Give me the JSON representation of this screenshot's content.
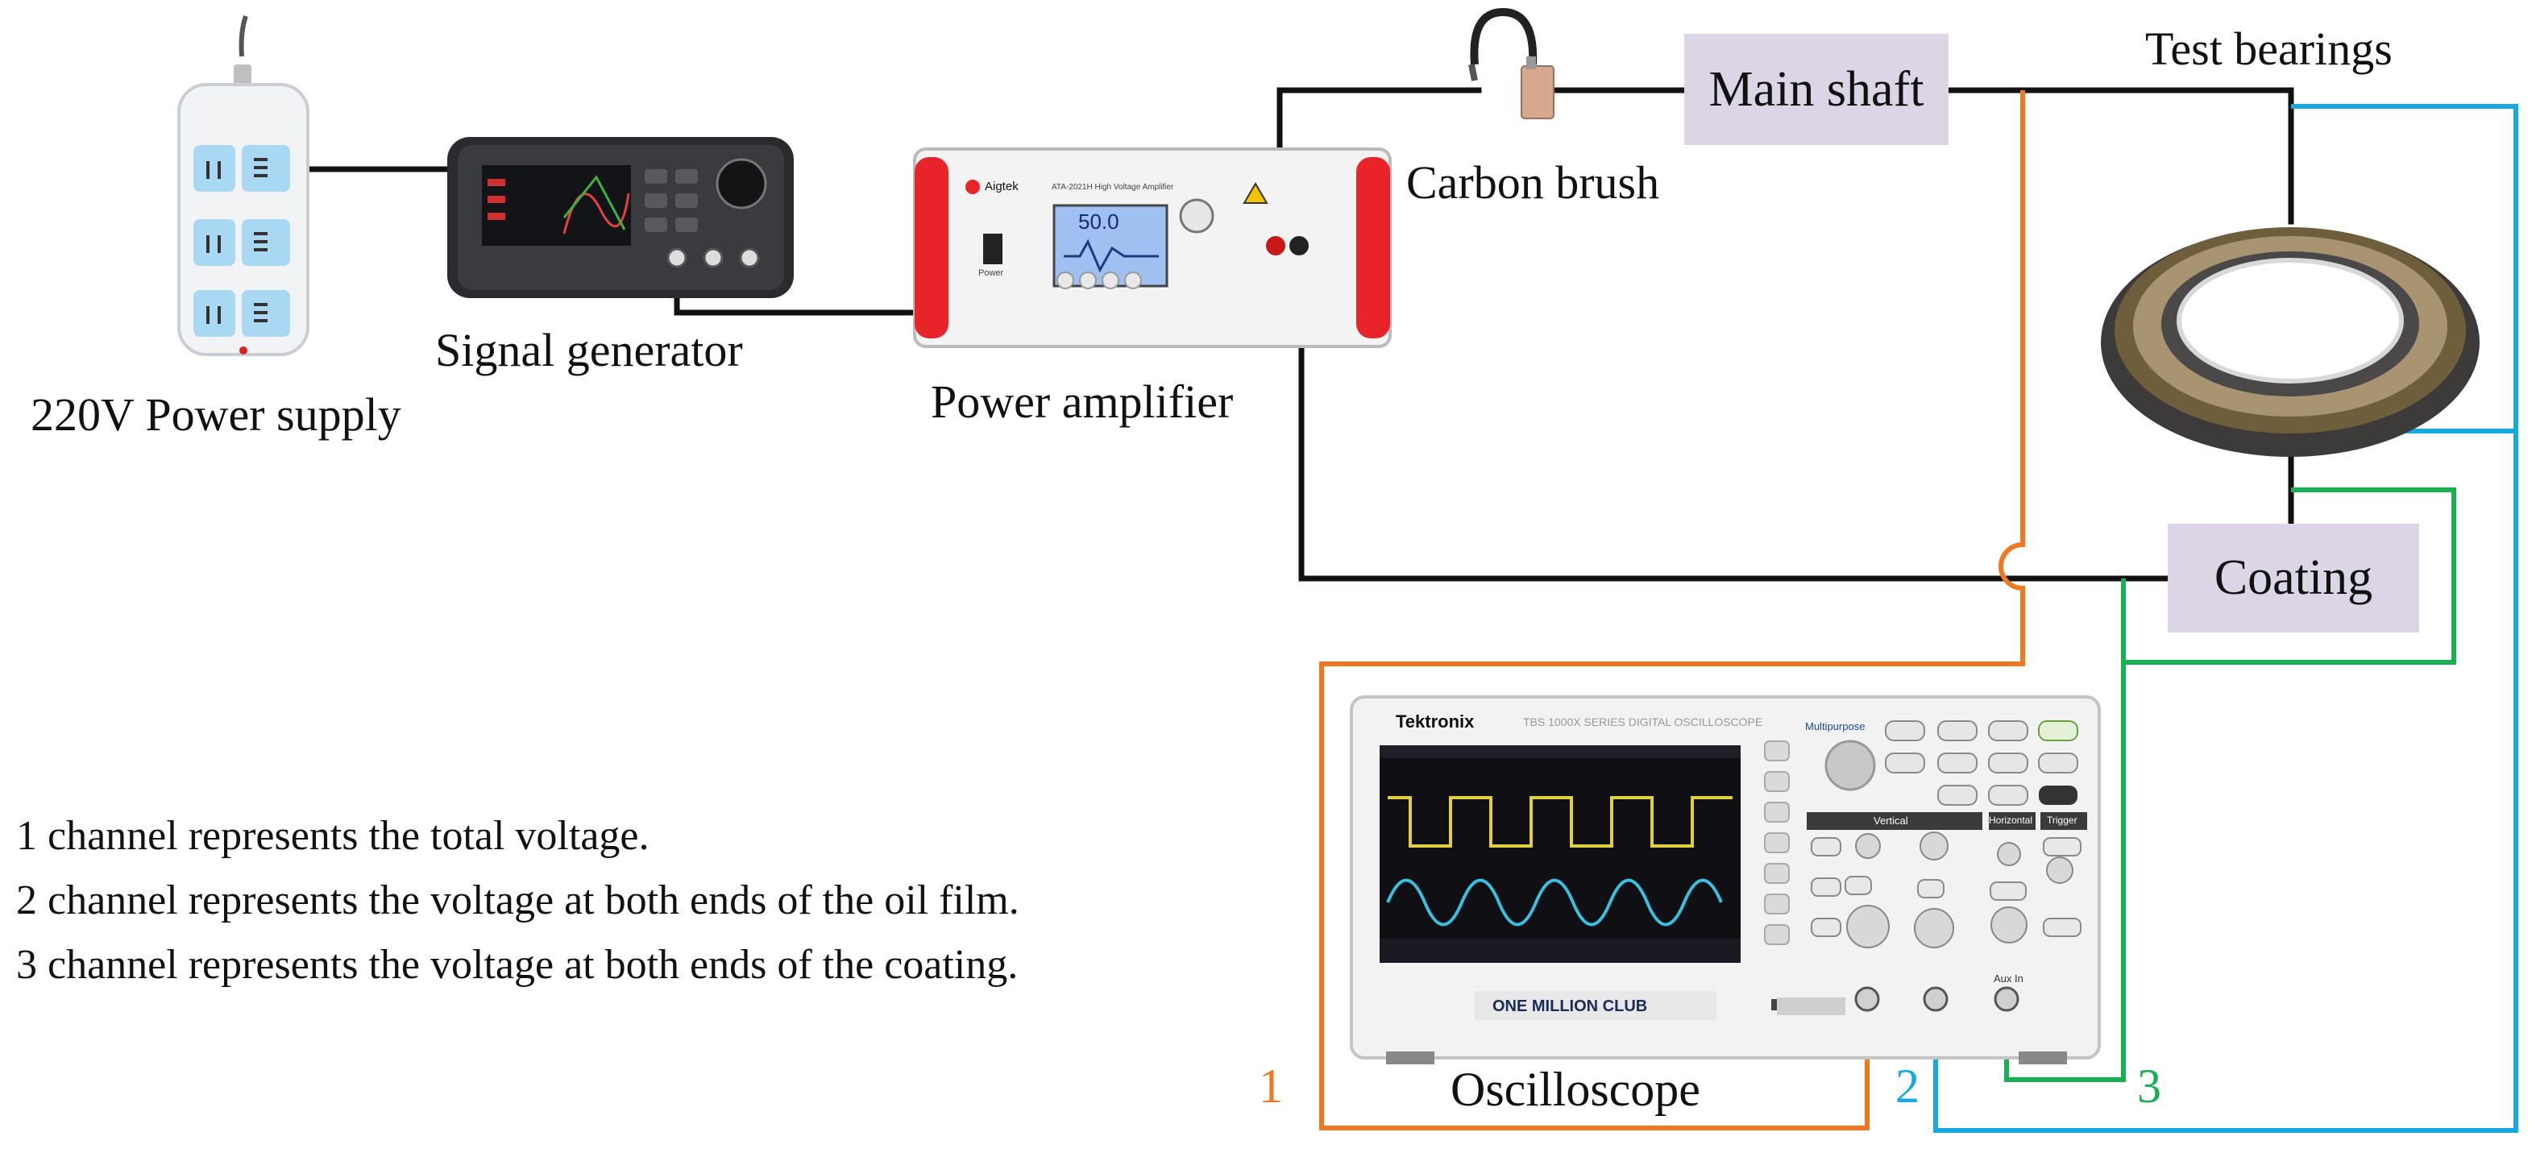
{
  "devices": {
    "power_supply": "220V Power supply",
    "signal_generator": "Signal generator",
    "power_amplifier": "Power amplifier",
    "carbon_brush": "Carbon brush",
    "main_shaft": "Main shaft",
    "test_bearings": "Test bearings",
    "coating": "Coating",
    "oscilloscope": "Oscilloscope"
  },
  "oscilloscope_panel": {
    "brand": "Tektronix",
    "series": "TBS 1000X SERIES  DIGITAL OSCILLOSCOPE",
    "club": "ONE MILLION CLUB",
    "vertical": "Vertical",
    "horizontal": "Horizontal",
    "trigger": "Trigger",
    "multipurpose": "Multipurpose",
    "aux_in": "Aux In"
  },
  "amplifier_panel": {
    "brand": "Aigtek",
    "model": "ATA-2021H High Voltage Amplifier",
    "display_value": "50.0",
    "power": "Power"
  },
  "channels": [
    {
      "number": "1",
      "color": "#f07820"
    },
    {
      "number": "2",
      "color": "#18a8e0"
    },
    {
      "number": "3",
      "color": "#18b050"
    }
  ],
  "notes": [
    "1 channel represents the total voltage.",
    "2 channel represents the voltage at both ends of the oil film.",
    "3 channel represents the voltage at both ends of the coating."
  ],
  "colors": {
    "wire_black": "#111111",
    "box_fill": "#dcd5e6",
    "channel_1": "#f07820",
    "channel_2": "#18a8e0",
    "channel_3": "#18b050"
  }
}
